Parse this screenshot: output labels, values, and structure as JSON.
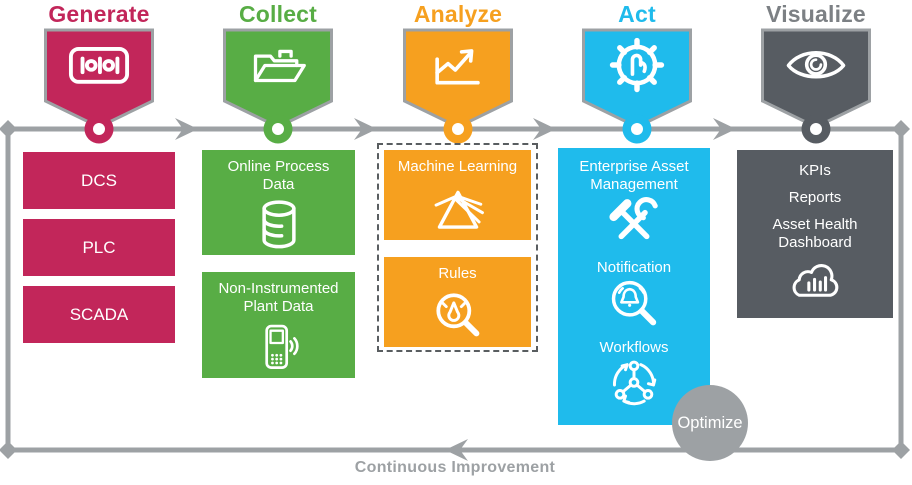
{
  "title": "Industrial data pipeline diagram",
  "stages": [
    {
      "label": "Generate",
      "icon": "binary-data-icon",
      "color": "#C2265A"
    },
    {
      "label": "Collect",
      "icon": "folder-icon",
      "color": "#58AD45"
    },
    {
      "label": "Analyze",
      "icon": "trend-chart-icon",
      "color": "#F6A01F"
    },
    {
      "label": "Act",
      "icon": "gear-hand-icon",
      "color": "#1FBBEC"
    },
    {
      "label": "Visualize",
      "icon": "eye-icon",
      "color": "#575C62"
    }
  ],
  "generate": {
    "items": [
      "DCS",
      "PLC",
      "SCADA"
    ]
  },
  "collect": {
    "boxes": [
      {
        "label": "Online Process Data",
        "icon": "database-icon"
      },
      {
        "label": "Non-Instrumented Plant Data",
        "icon": "handheld-device-icon"
      }
    ]
  },
  "analyze": {
    "boxes": [
      {
        "label": "Machine Learning",
        "icon": "prism-icon"
      },
      {
        "label": "Rules",
        "icon": "gauge-magnifier-icon"
      }
    ]
  },
  "act": {
    "sections": [
      {
        "label": "Enterprise Asset Management",
        "icon": "crossed-tools-icon"
      },
      {
        "label": "Notification",
        "icon": "bell-magnifier-icon"
      },
      {
        "label": "Workflows",
        "icon": "workflow-cycle-icon"
      }
    ]
  },
  "visualize": {
    "items": [
      "KPIs",
      "Reports",
      "Asset Health Dashboard"
    ],
    "icon": "cloud-chart-icon"
  },
  "footer": {
    "optimize": "Optimize",
    "continuous_improvement": "Continuous Improvement"
  },
  "colors": {
    "generate": "#C2265A",
    "collect": "#58AD45",
    "analyze": "#F6A01F",
    "act": "#1FBBEC",
    "visualize": "#575C62",
    "visualize_header": "#7C8084",
    "wire_and_optimize": "#9DA1A4"
  }
}
